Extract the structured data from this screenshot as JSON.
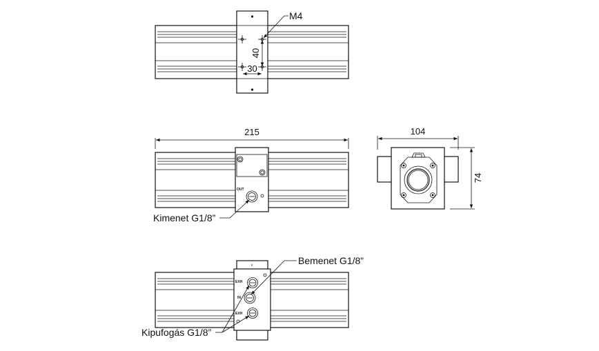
{
  "labels": {
    "m4": "M4",
    "dim_40": "40",
    "dim_30": "30",
    "dim_215": "215",
    "dim_104": "104",
    "dim_74": "74",
    "kimenet": "Kimenet G1/8”",
    "bemenet": "Bemenet G1/8”",
    "kipufogas": "Kipufogás G1/8”"
  },
  "port_marks": {
    "out": "OUT",
    "exh1": "EXH",
    "in": "IN",
    "exh2": "EXH"
  },
  "colors": {
    "line": "#111111",
    "background": "#ffffff"
  }
}
